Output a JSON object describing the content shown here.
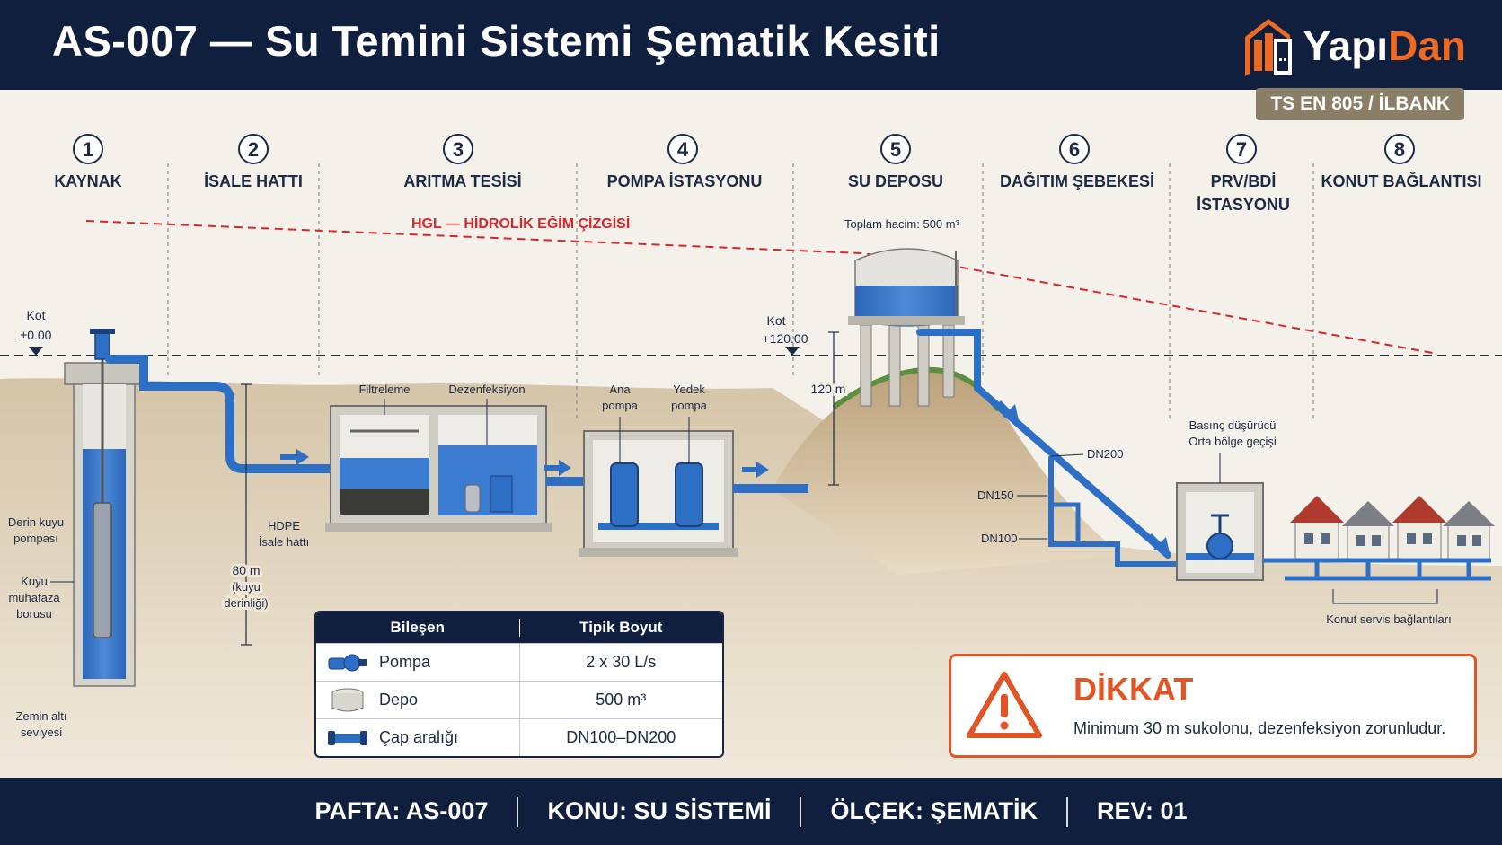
{
  "header": {
    "title": "AS-007 — Su Temini Sistemi Şematik Kesiti",
    "brand_main": "Yapı",
    "brand_accent": "Dan",
    "standard": "TS EN 805 / İLBANK"
  },
  "stages": [
    {
      "num": "1",
      "label": "KAYNAK",
      "label2": ""
    },
    {
      "num": "2",
      "label": "İSALE HATTI",
      "label2": ""
    },
    {
      "num": "3",
      "label": "ARITMA TESİSİ",
      "label2": ""
    },
    {
      "num": "4",
      "label": "POMPA İSTASYONU",
      "label2": ""
    },
    {
      "num": "5",
      "label": "SU DEPOSU",
      "label2": ""
    },
    {
      "num": "6",
      "label": "DAĞITIM ŞEBEKESİ",
      "label2": ""
    },
    {
      "num": "7",
      "label": "PRV/BDİ",
      "label2": "İSTASYONU"
    },
    {
      "num": "8",
      "label": "KONUT BAĞLANTISI",
      "label2": ""
    }
  ],
  "labels": {
    "hgl": "HGL — HİDROLİK EĞİM ÇİZGİSİ",
    "kot_left_1": "Kot",
    "kot_left_2": "±0.00",
    "kot_right_1": "Kot",
    "kot_right_2": "+120.00",
    "tank_volume": "Toplam hacim: 500 m³",
    "height": "120 m",
    "filter": "Filtreleme",
    "disinfection": "Dezenfeksiyon",
    "main_pump_1": "Ana",
    "main_pump_2": "pompa",
    "spare_pump_1": "Yedek",
    "spare_pump_2": "pompa",
    "well_pump_1": "Derin kuyu",
    "well_pump_2": "pompası",
    "casing_1": "Kuyu",
    "casing_2": "muhafaza",
    "casing_3": "borusu",
    "groundwater_1": "Zemin altı",
    "groundwater_2": "seviyesi",
    "hdpe_1": "HDPE",
    "hdpe_2": "İsale hattı",
    "depth_1": "80 m",
    "depth_2": "(kuyu",
    "depth_3": "derinliği)",
    "dn200": "DN200",
    "dn150": "DN150",
    "dn100": "DN100",
    "prv_1": "Basınç düşürücü",
    "prv_2": "Orta bölge geçişi",
    "service": "Konut servis bağlantıları"
  },
  "table": {
    "header_component": "Bileşen",
    "header_size": "Tipik Boyut",
    "rows": [
      {
        "icon": "pump-icon",
        "component": "Pompa",
        "size": "2 x 30 L/s"
      },
      {
        "icon": "tank-icon",
        "component": "Depo",
        "size": "500 m³"
      },
      {
        "icon": "pipe-icon",
        "component": "Çap aralığı",
        "size": "DN100–DN200"
      }
    ]
  },
  "warning": {
    "icon": "warning-triangle-icon",
    "title": "DİKKAT",
    "text": "Minimum 30 m sukolonu, dezenfeksiyon zorunludur."
  },
  "footer": {
    "sheet": "PAFTA: AS-007",
    "subject": "KONU: SU SİSTEMİ",
    "scale": "ÖLÇEK: ŞEMATİK",
    "rev": "REV: 01"
  },
  "colors": {
    "navy": "#0f1f3d",
    "water_blue": "#2d6fc4",
    "accent_orange": "#ee6a22",
    "warning_red": "#e05426",
    "hgl_red": "#d9262c",
    "soil": "#d8c6a7"
  }
}
